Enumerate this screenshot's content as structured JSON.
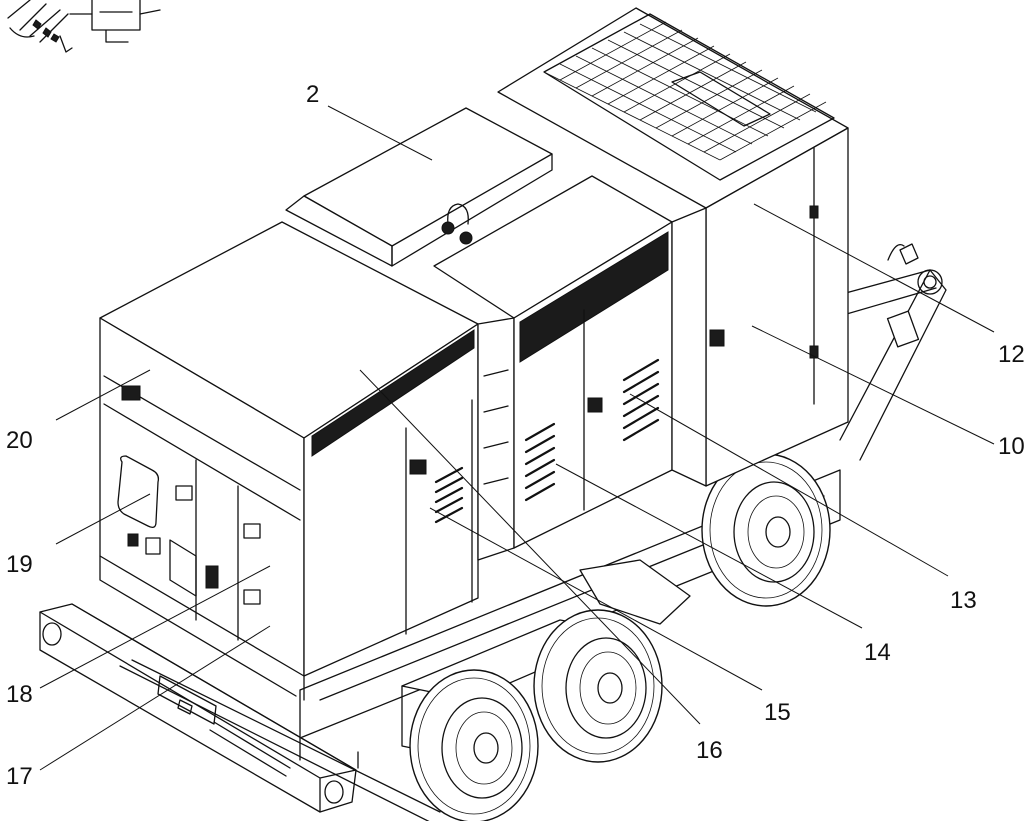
{
  "diagram": {
    "callouts": [
      {
        "id": "c2",
        "label": "2"
      },
      {
        "id": "c10",
        "label": "10"
      },
      {
        "id": "c12",
        "label": "12"
      },
      {
        "id": "c13",
        "label": "13"
      },
      {
        "id": "c14",
        "label": "14"
      },
      {
        "id": "c15",
        "label": "15"
      },
      {
        "id": "c16",
        "label": "16"
      },
      {
        "id": "c17",
        "label": "17"
      },
      {
        "id": "c18",
        "label": "18"
      },
      {
        "id": "c19",
        "label": "19"
      },
      {
        "id": "c20",
        "label": "20"
      }
    ]
  }
}
